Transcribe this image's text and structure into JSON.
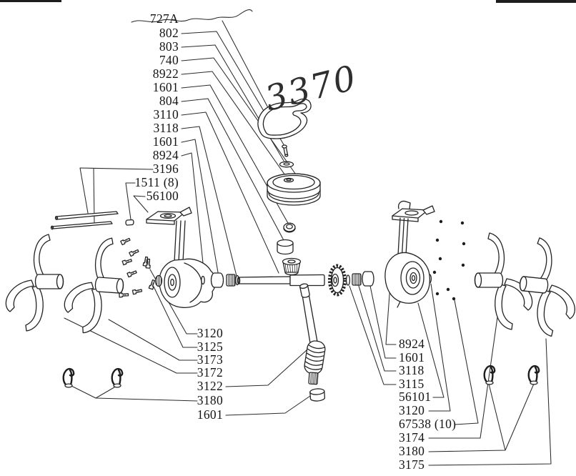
{
  "diagram": {
    "handwritten_number": "3370",
    "top_labels": [
      "727A",
      "802",
      "803",
      "740",
      "8922",
      "1601",
      "804",
      "3110",
      "3118",
      "1601",
      "8924",
      "3196",
      "1511 (8)",
      "56100"
    ],
    "bottom_left_labels": [
      "3120",
      "3125",
      "3173",
      "3172",
      "3122",
      "3180",
      "1601"
    ],
    "bottom_right_labels": [
      "8924",
      "1601",
      "3118",
      "3115",
      "56101",
      "3120",
      "67538 (10)",
      "3174",
      "3180",
      "3175"
    ],
    "colors": {
      "ink": "#232323",
      "paper": "#ffffff"
    }
  }
}
